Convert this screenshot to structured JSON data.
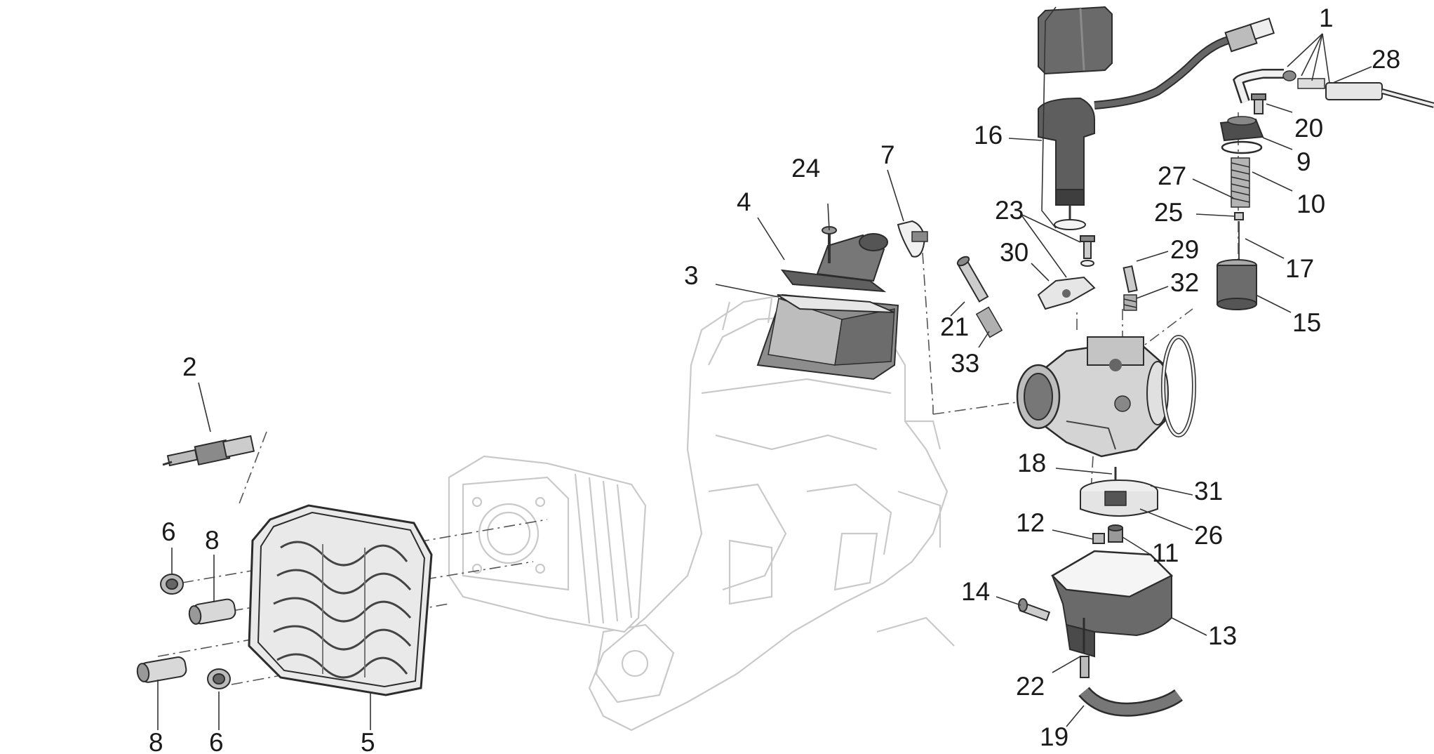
{
  "diagram": {
    "callouts": [
      "1",
      "2",
      "3",
      "4",
      "5",
      "6",
      "6",
      "7",
      "8",
      "8",
      "9",
      "10",
      "11",
      "12",
      "13",
      "14",
      "15",
      "16",
      "17",
      "18",
      "19",
      "20",
      "21",
      "22",
      "23",
      "24",
      "25",
      "26",
      "27",
      "28",
      "29",
      "30",
      "31",
      "32",
      "33"
    ]
  }
}
